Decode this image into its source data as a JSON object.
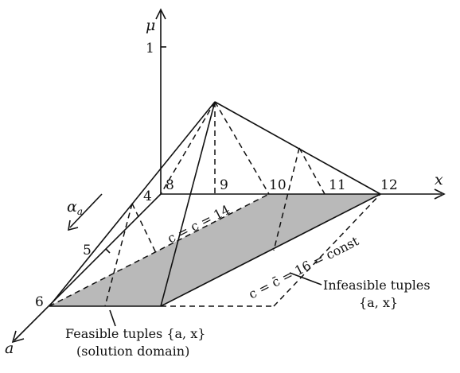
{
  "axes": {
    "mu_label": "μ",
    "x_label": "x",
    "a_label": "a",
    "mu_tick": "1"
  },
  "x_ticks": [
    "8",
    "9",
    "10",
    "11",
    "12"
  ],
  "a_ticks": [
    "4",
    "5",
    "6"
  ],
  "alpha_label": "α",
  "alpha_sub": "a",
  "lines": {
    "c14": "c = c = 14",
    "c16": "c = c̄ = 16 = const"
  },
  "captions": {
    "infeasible_line1": "Infeasible tuples",
    "infeasible_line2": "{a, x}",
    "feasible_line1": "Feasible tuples {a, x}",
    "feasible_line2": "(solution domain)"
  },
  "colors": {
    "feasible_fill": "#b9b9b9",
    "line": "#111111"
  }
}
